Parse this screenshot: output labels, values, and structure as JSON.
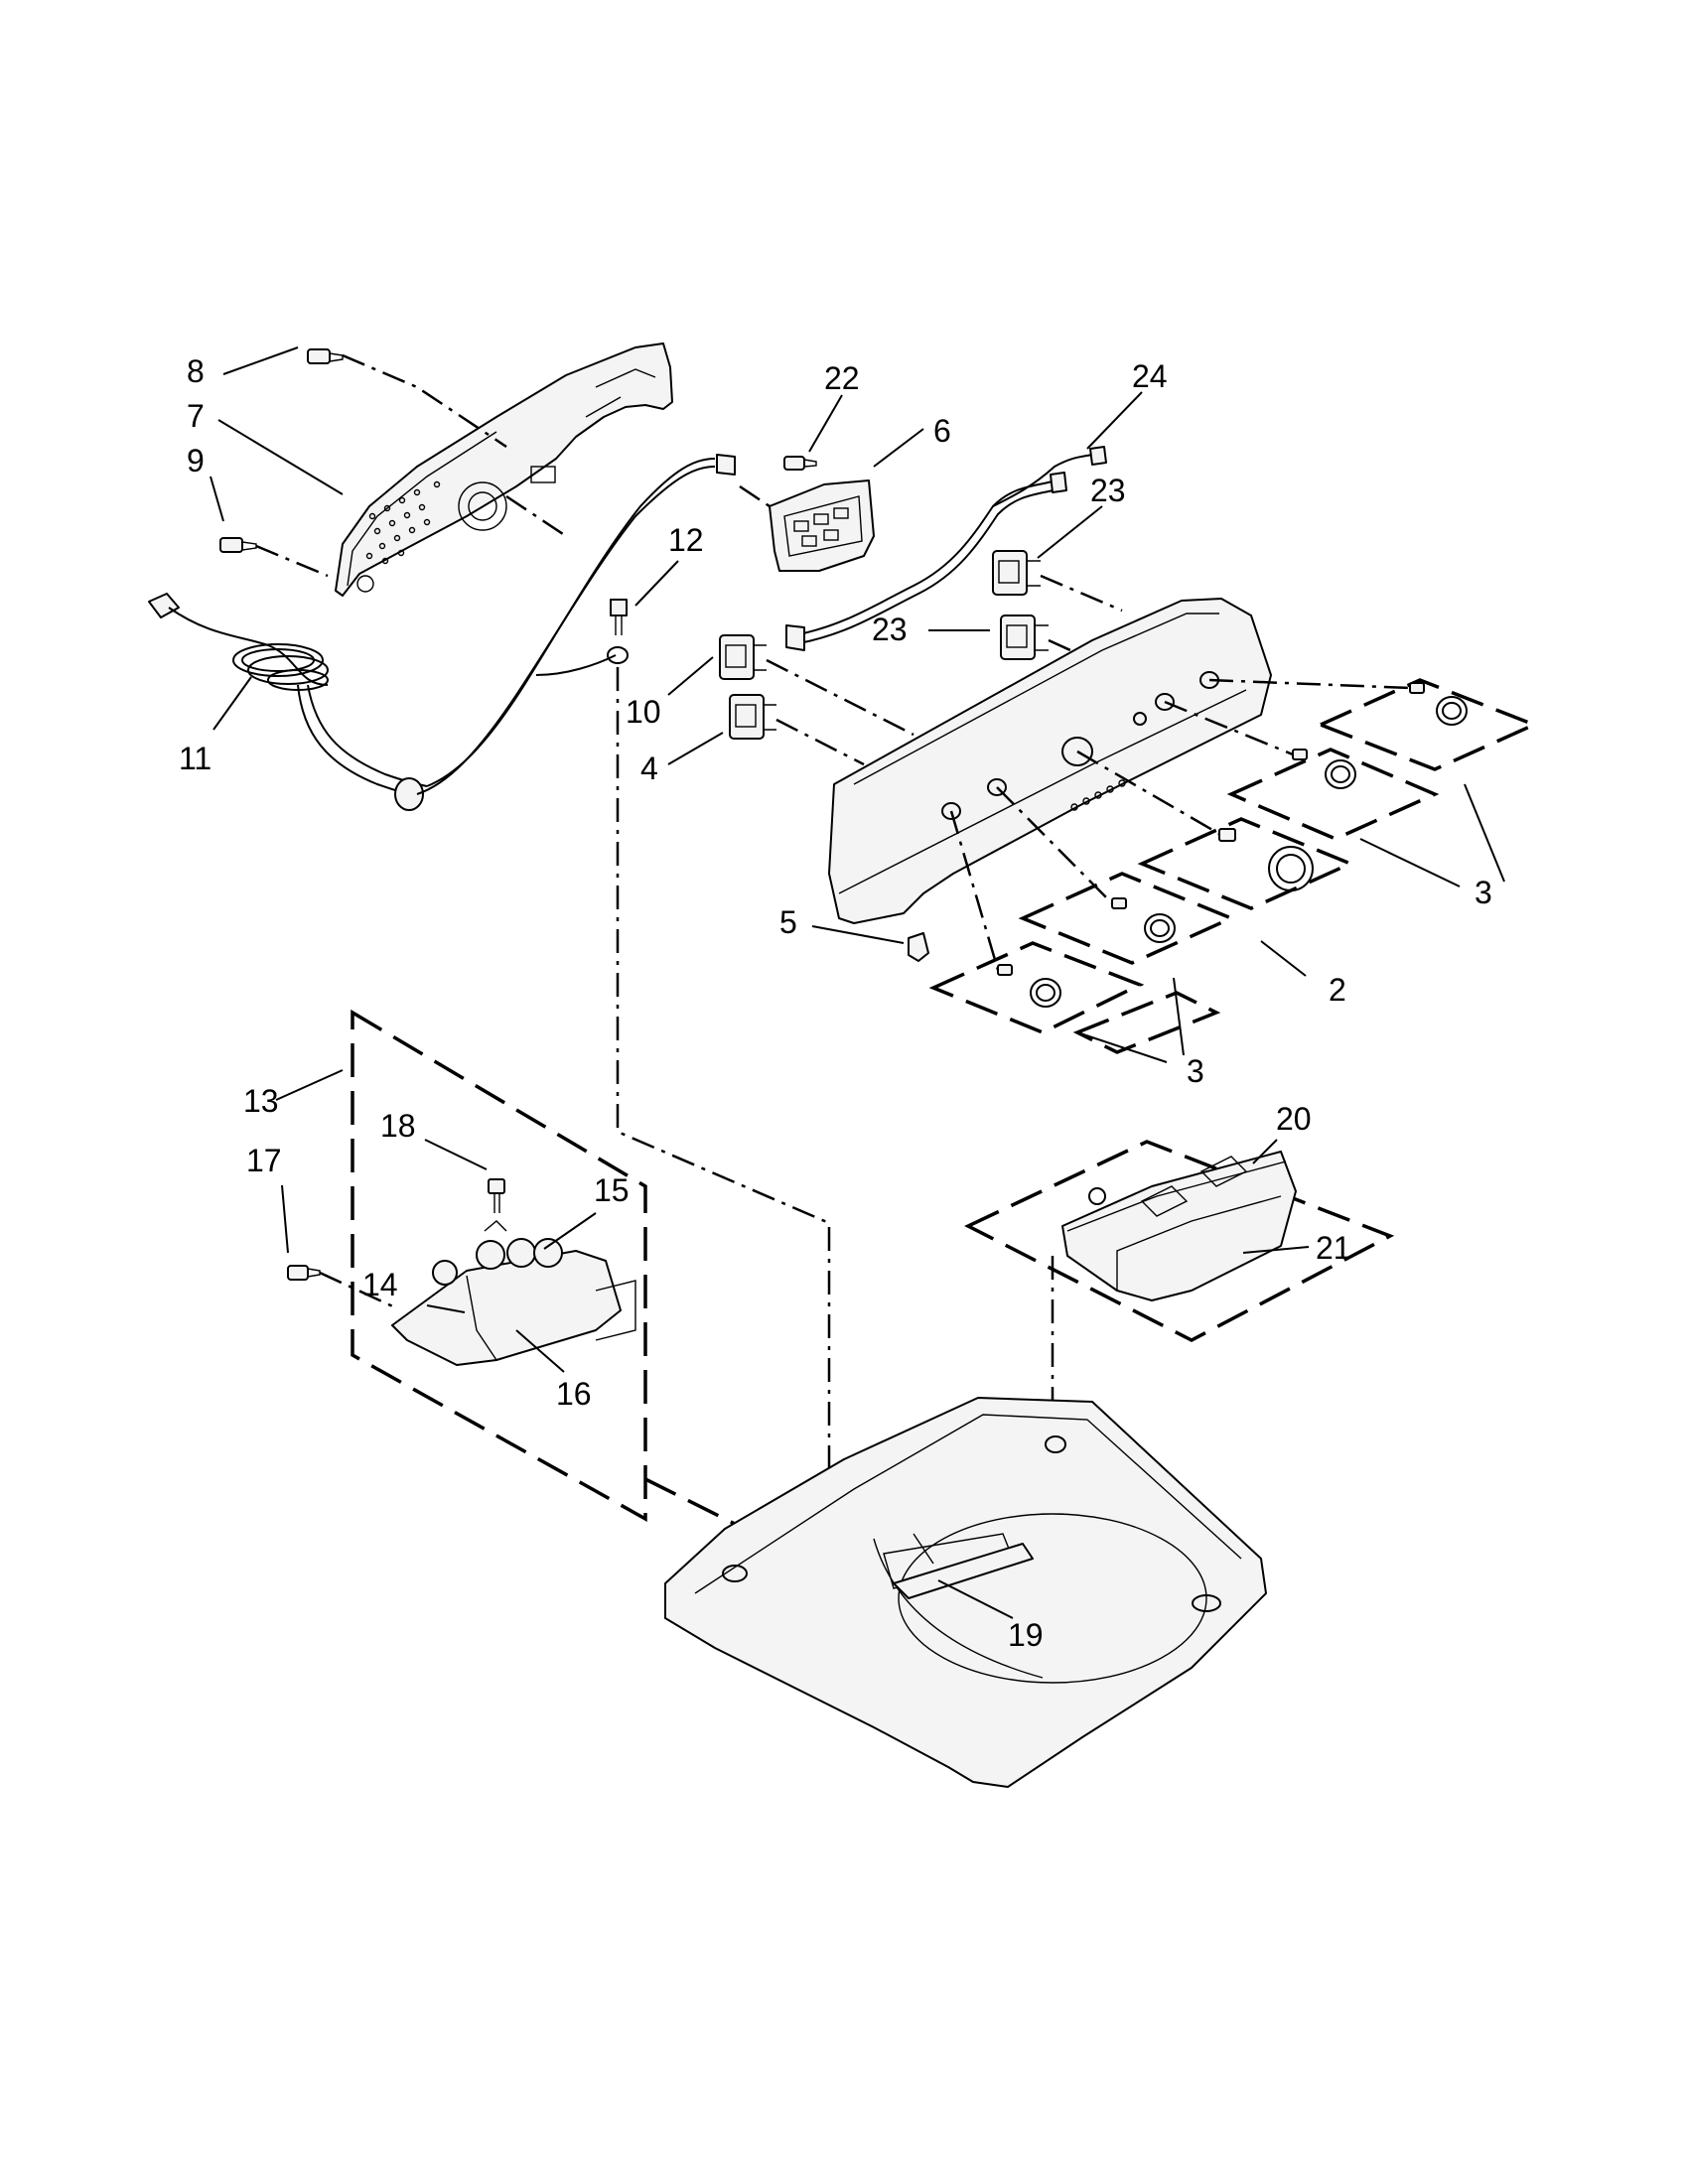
{
  "callouts": [
    {
      "id": "c1",
      "number": "8"
    },
    {
      "id": "c2",
      "number": "7"
    },
    {
      "id": "c3",
      "number": "9"
    },
    {
      "id": "c4",
      "number": "11"
    },
    {
      "id": "c5",
      "number": "12"
    },
    {
      "id": "c6",
      "number": "22"
    },
    {
      "id": "c7",
      "number": "6"
    },
    {
      "id": "c8",
      "number": "24"
    },
    {
      "id": "c9",
      "number": "23"
    },
    {
      "id": "c10",
      "number": "23"
    },
    {
      "id": "c11",
      "number": "10"
    },
    {
      "id": "c12",
      "number": "4"
    },
    {
      "id": "c13",
      "number": "5"
    },
    {
      "id": "c14",
      "number": "3"
    },
    {
      "id": "c15",
      "number": "2"
    },
    {
      "id": "c16",
      "number": "3"
    },
    {
      "id": "c17",
      "number": "13"
    },
    {
      "id": "c18",
      "number": "18"
    },
    {
      "id": "c19",
      "number": "17"
    },
    {
      "id": "c20",
      "number": "15"
    },
    {
      "id": "c21",
      "number": "14"
    },
    {
      "id": "c22",
      "number": "16"
    },
    {
      "id": "c23",
      "number": "20"
    },
    {
      "id": "c24",
      "number": "21"
    },
    {
      "id": "c25",
      "number": "19"
    }
  ]
}
